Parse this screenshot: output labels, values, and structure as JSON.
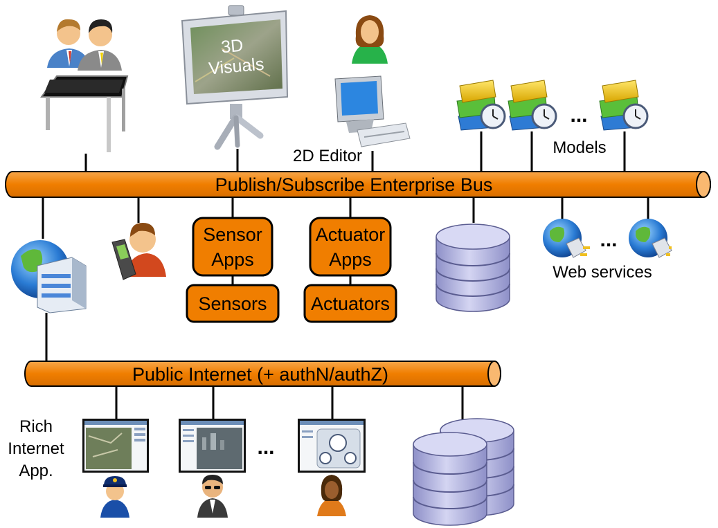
{
  "buses": {
    "enterprise": "Publish/Subscribe Enterprise Bus",
    "internet": "Public Internet (+ authN/authZ)"
  },
  "top": {
    "projector_line1": "3D",
    "projector_line2": "Visuals",
    "editor_label": "2D Editor",
    "models_label": "Models",
    "ellipsis": "..."
  },
  "middle": {
    "sensor_apps_line1": "Sensor",
    "sensor_apps_line2": "Apps",
    "sensors": "Sensors",
    "actuator_apps_line1": "Actuator",
    "actuator_apps_line2": "Apps",
    "actuators": "Actuators",
    "web_services_label": "Web services",
    "ellipsis": "..."
  },
  "bottom": {
    "ria_line1": "Rich",
    "ria_line2": "Internet",
    "ria_line3": "App.",
    "ellipsis": "..."
  },
  "colors": {
    "bus": "#F07E00",
    "box": "#F07E00",
    "database": "#B8B9E0",
    "line": "#000000"
  },
  "icons": [
    "users-pair-icon",
    "touch-table-icon",
    "projector-screen-icon",
    "woman-user-icon",
    "computer-icon",
    "model-books-clock-icon",
    "web-server-globe-icon",
    "mobile-user-icon",
    "database-icon",
    "web-service-globe-plug-icon",
    "browser-screenshot-icon",
    "police-user-icon",
    "sunglasses-user-icon",
    "woman-dark-user-icon",
    "database-cluster-icon"
  ]
}
